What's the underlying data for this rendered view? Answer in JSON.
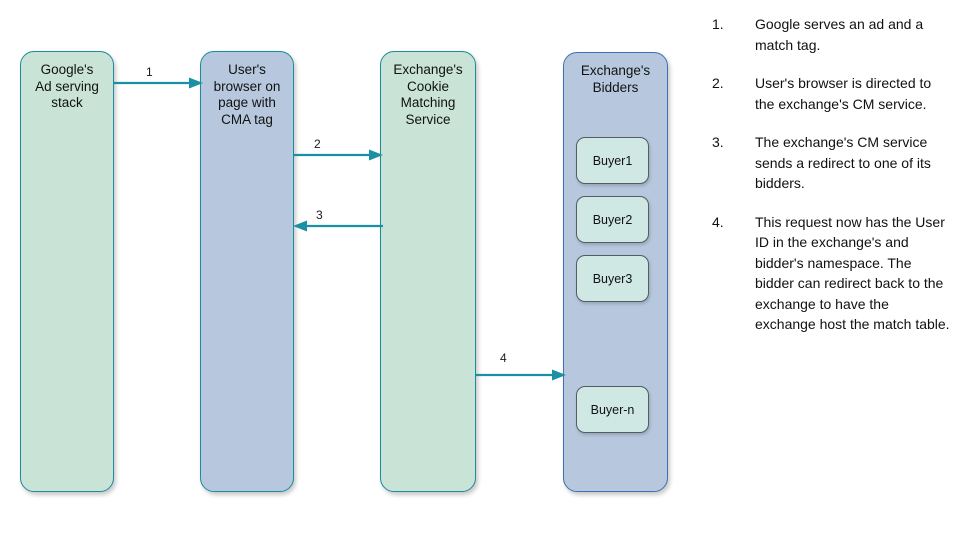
{
  "diagram": {
    "nodes": [
      {
        "id": "google",
        "label": "Google's\nAd serving\nstack",
        "fill": "#c9e3d6",
        "stroke": "#1a8c9e"
      },
      {
        "id": "browser",
        "label": "User's\nbrowser on\npage with\nCMA tag",
        "fill": "#b7c8de",
        "stroke": "#1a8c9e"
      },
      {
        "id": "cms",
        "label": "Exchange's\nCookie\nMatching\nService",
        "fill": "#c9e3d6",
        "stroke": "#1a8c9e"
      },
      {
        "id": "bidders",
        "label": "Exchange's\nBidders",
        "fill": "#b7c8de",
        "stroke": "#3c72b5"
      }
    ],
    "buyers": [
      {
        "id": "buyer1",
        "label": "Buyer1"
      },
      {
        "id": "buyer2",
        "label": "Buyer2"
      },
      {
        "id": "buyer3",
        "label": "Buyer3"
      },
      {
        "id": "buyern",
        "label": "Buyer-n"
      }
    ],
    "arrows": [
      {
        "id": "arrow1",
        "label": "1",
        "from": "google",
        "to": "browser",
        "direction": "right",
        "color": "#1b8fa3"
      },
      {
        "id": "arrow2",
        "label": "2",
        "from": "browser",
        "to": "cms",
        "direction": "right",
        "color": "#1b8fa3"
      },
      {
        "id": "arrow3",
        "label": "3",
        "from": "cms",
        "to": "browser",
        "direction": "left",
        "color": "#1b8fa3"
      },
      {
        "id": "arrow4",
        "label": "4",
        "from": "cms",
        "to": "bidders",
        "direction": "right",
        "color": "#1b8fa3"
      }
    ]
  },
  "steps": [
    {
      "num": "1.",
      "text": "Google serves an ad and a match tag."
    },
    {
      "num": "2.",
      "text": "User's browser is directed to the exchange's CM service."
    },
    {
      "num": "3.",
      "text": "The exchange's CM service sends a redirect to one of its bidders."
    },
    {
      "num": "4.",
      "text": "This request now has the User ID in the exchange's and bidder's namespace. The bidder can redirect back to the exchange to have the exchange host the match table."
    }
  ]
}
